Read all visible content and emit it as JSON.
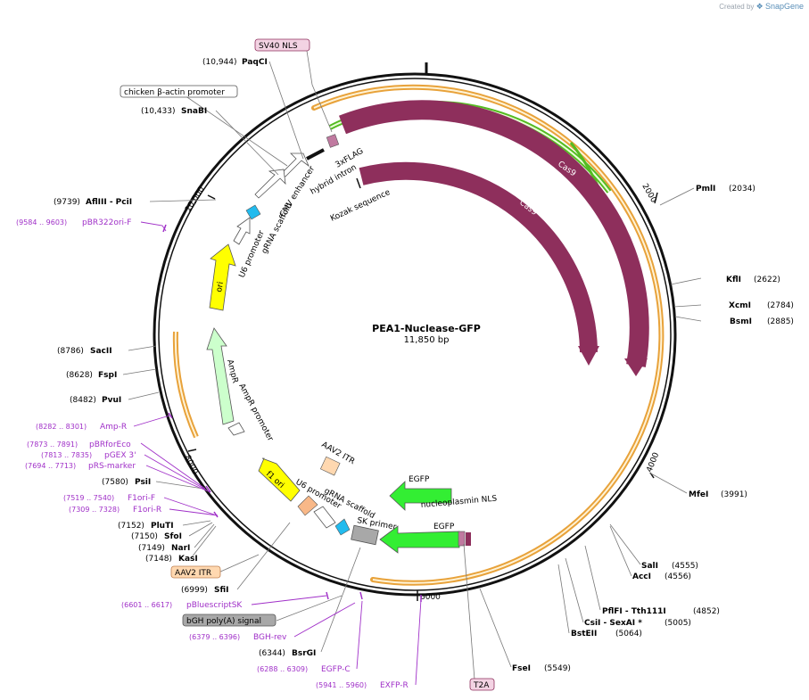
{
  "watermark": {
    "prefix": "Created by",
    "brand": "SnapGene"
  },
  "plasmid": {
    "name": "PEA1-Nuclease-GFP",
    "length_label": "11,850 bp",
    "total_bp": 11850
  },
  "colors": {
    "cas9": "#8e2f5c",
    "egfp": "#33ee33",
    "ori": "#ffff00",
    "ampr": "#ccffcc",
    "promoter": "#ffffff",
    "grna": "#22bbee",
    "itr": "#ffd8b0",
    "orange_track": "#e8a23a",
    "green_track": "#55bb22",
    "primer": "#a030c8",
    "feature_label_box": "#f3d3e3"
  },
  "ticks": [
    {
      "bp": 2000,
      "label": "2000"
    },
    {
      "bp": 4000,
      "label": "4000"
    },
    {
      "bp": 6000,
      "label": "6000"
    },
    {
      "bp": 8000,
      "label": "8000"
    },
    {
      "bp": 10000,
      "label": "10,000"
    }
  ],
  "site_labels": [
    {
      "id": "pmli",
      "pos": "(2034)",
      "name": "PmlI",
      "side": "right"
    },
    {
      "id": "kfli",
      "pos": "(2622)",
      "name": "KflI",
      "side": "right"
    },
    {
      "id": "xcmi",
      "pos": "(2784)",
      "name": "XcmI",
      "side": "right"
    },
    {
      "id": "bsmi",
      "pos": "(2885)",
      "name": "BsmI",
      "side": "right"
    },
    {
      "id": "mfei",
      "pos": "(3991)",
      "name": "MfeI",
      "side": "right"
    },
    {
      "id": "sali",
      "pos": "(4555)",
      "name": "SalI",
      "side": "right"
    },
    {
      "id": "acci",
      "pos": "(4556)",
      "name": "AccI",
      "side": "right"
    },
    {
      "id": "pflfi",
      "pos": "(4852)",
      "name": "PflFI  - Tth111I",
      "side": "right"
    },
    {
      "id": "csii",
      "pos": "(5005)",
      "name": "CsiI  - SexAI *",
      "side": "right"
    },
    {
      "id": "bsteii",
      "pos": "(5064)",
      "name": "BstEII",
      "side": "right"
    },
    {
      "id": "fsei",
      "pos": "(5549)",
      "name": "FseI",
      "side": "right"
    },
    {
      "id": "paqci",
      "pos": "(10,944)",
      "name": "PaqCI",
      "side": "left"
    },
    {
      "id": "snabi",
      "pos": "(10,433)",
      "name": "SnaBI",
      "side": "left"
    },
    {
      "id": "aflIII",
      "pos": "(9739)",
      "name": "AflIII  - PciI",
      "side": "left"
    },
    {
      "id": "sacii",
      "pos": "(8786)",
      "name": "SacII",
      "side": "left"
    },
    {
      "id": "fspi",
      "pos": "(8628)",
      "name": "FspI",
      "side": "left"
    },
    {
      "id": "pvui",
      "pos": "(8482)",
      "name": "PvuI",
      "side": "left"
    },
    {
      "id": "psii",
      "pos": "(7580)",
      "name": "PsiI",
      "side": "left"
    },
    {
      "id": "pluti",
      "pos": "(7152)",
      "name": "PluTI",
      "side": "left"
    },
    {
      "id": "sfoi",
      "pos": "(7150)",
      "name": "SfoI",
      "side": "left"
    },
    {
      "id": "nari",
      "pos": "(7149)",
      "name": "NarI",
      "side": "left"
    },
    {
      "id": "kasi",
      "pos": "(7148)",
      "name": "KasI",
      "side": "left"
    },
    {
      "id": "sfii",
      "pos": "(6999)",
      "name": "SfiI",
      "side": "left"
    },
    {
      "id": "bsrgi",
      "pos": "(6344)",
      "name": "BsrGI",
      "side": "left"
    }
  ],
  "primer_labels": [
    {
      "id": "pbr322ori",
      "range": "(9584 .. 9603)",
      "name": "pBR322ori-F"
    },
    {
      "id": "ampr-primer",
      "range": "(8282 .. 8301)",
      "name": "Amp-R"
    },
    {
      "id": "pbrforeco",
      "range": "(7873 .. 7891)",
      "name": "pBRforEco"
    },
    {
      "id": "pgex3",
      "range": "(7813 .. 7835)",
      "name": "pGEX 3'"
    },
    {
      "id": "prsmarker",
      "range": "(7694 .. 7713)",
      "name": "pRS-marker"
    },
    {
      "id": "f1orif",
      "range": "(7519 .. 7540)",
      "name": "F1ori-F"
    },
    {
      "id": "f1orir",
      "range": "(7309 .. 7328)",
      "name": "F1ori-R"
    },
    {
      "id": "pbluescriptsk",
      "range": "(6601 .. 6617)",
      "name": "pBluescriptSK"
    },
    {
      "id": "bghrev",
      "range": "(6379 .. 6396)",
      "name": "BGH-rev"
    },
    {
      "id": "egfpc",
      "range": "(6288 .. 6309)",
      "name": "EGFP-C"
    },
    {
      "id": "exfpr",
      "range": "(5941 .. 5960)",
      "name": "EXFP-R"
    }
  ],
  "boxed_labels": [
    {
      "id": "sv40nls",
      "text": "SV40 NLS"
    },
    {
      "id": "chicken-actin",
      "text": "chicken β-actin promoter"
    },
    {
      "id": "aav2itr",
      "text": "AAV2 ITR"
    },
    {
      "id": "bgh",
      "text": "bGH poly(A) signal"
    },
    {
      "id": "t2a",
      "text": "T2A"
    }
  ],
  "inner_labels": {
    "cas9_outer": "Cas9",
    "cas9_inner": "Cas9",
    "threexflag": "3xFLAG",
    "hybrid_intron": "hybrid intron",
    "kozak": "Kozak sequence",
    "cmv": "CMV enhancer",
    "grna1": "gRNA scaffold",
    "u6_1": "U6 promoter",
    "ori": "ori",
    "ampr": "AmpR",
    "ampr_promoter": "AmpR promoter",
    "aav2itr_inner": "AAV2 ITR",
    "f1ori": "f1 ori",
    "u6_2": "U6 promoter",
    "grna2": "gRNA scaffold",
    "sk_primer": "SK primer",
    "egfp_upper": "EGFP",
    "nucleoplasmin": "nucleoplasmin NLS",
    "egfp_lower": "EGFP"
  }
}
